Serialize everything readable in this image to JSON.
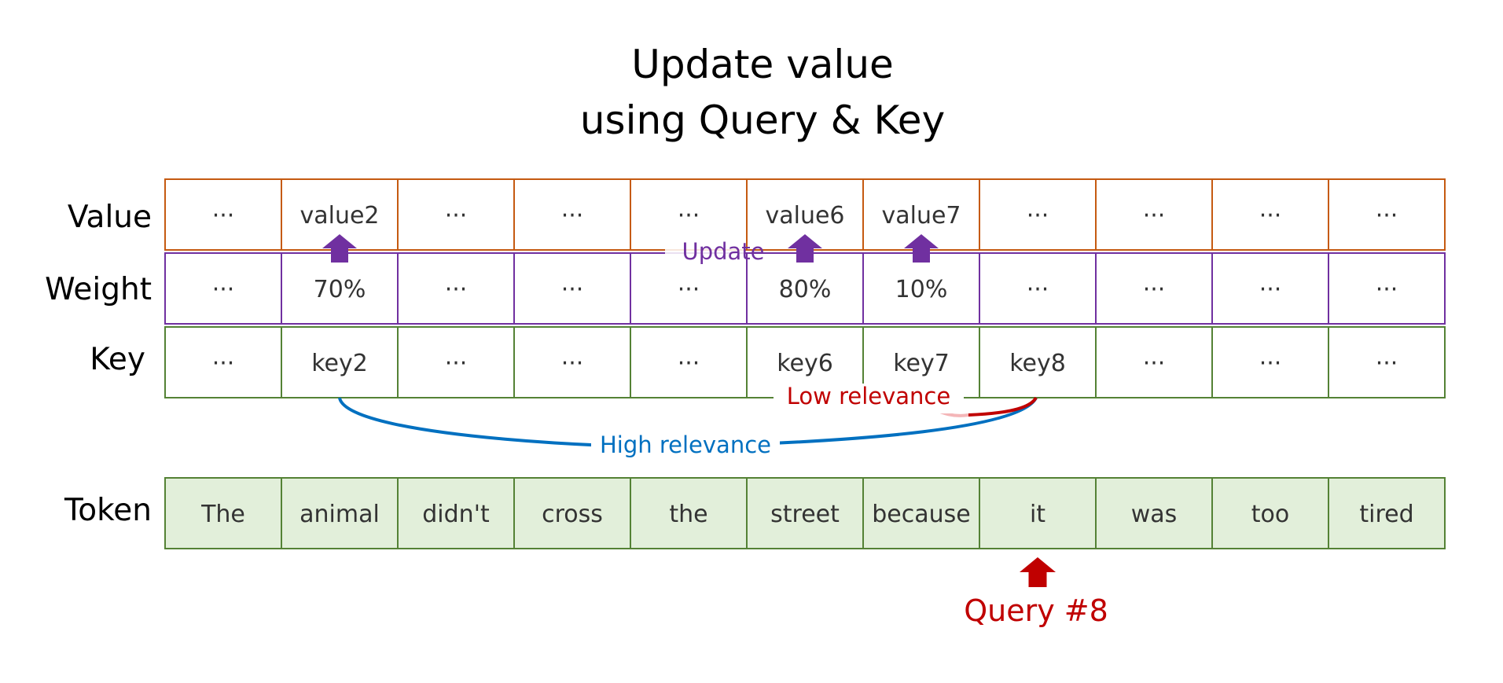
{
  "title": {
    "line1": "Update value",
    "line2": "using Query & Key"
  },
  "rows": {
    "value": {
      "label": "Value",
      "cells": [
        "···",
        "value2",
        "···",
        "···",
        "···",
        "value6",
        "value7",
        "···",
        "···",
        "···",
        "···"
      ],
      "border_color": "#C55A11",
      "fill_color": "#FFFFFF"
    },
    "weight": {
      "label": "Weight",
      "cells": [
        "···",
        "70%",
        "···",
        "···",
        "···",
        "80%",
        "10%",
        "···",
        "···",
        "···",
        "···"
      ],
      "border_color": "#7030A0",
      "fill_color": "#FFFFFF"
    },
    "key": {
      "label": "Key",
      "cells": [
        "···",
        "key2",
        "···",
        "···",
        "···",
        "key6",
        "key7",
        "key8",
        "···",
        "···",
        "···"
      ],
      "border_color": "#548235",
      "fill_color": "#FFFFFF"
    },
    "token": {
      "label": "Token",
      "cells": [
        "The",
        "animal",
        "didn't",
        "cross",
        "the",
        "street",
        "because",
        "it",
        "was",
        "too",
        "tired"
      ],
      "border_color": "#548235",
      "fill_color": "#E2EFDA"
    }
  },
  "annotations": {
    "update": {
      "label": "Update",
      "color": "#7030A0",
      "arrow_columns": [
        1,
        5,
        6
      ]
    },
    "high_relevance": {
      "label": "High relevance",
      "color": "#0070C0"
    },
    "low_relevance": {
      "label": "Low relevance",
      "color": "#C00000"
    },
    "query": {
      "label": "Query #8",
      "color": "#C00000",
      "column": 7
    }
  }
}
